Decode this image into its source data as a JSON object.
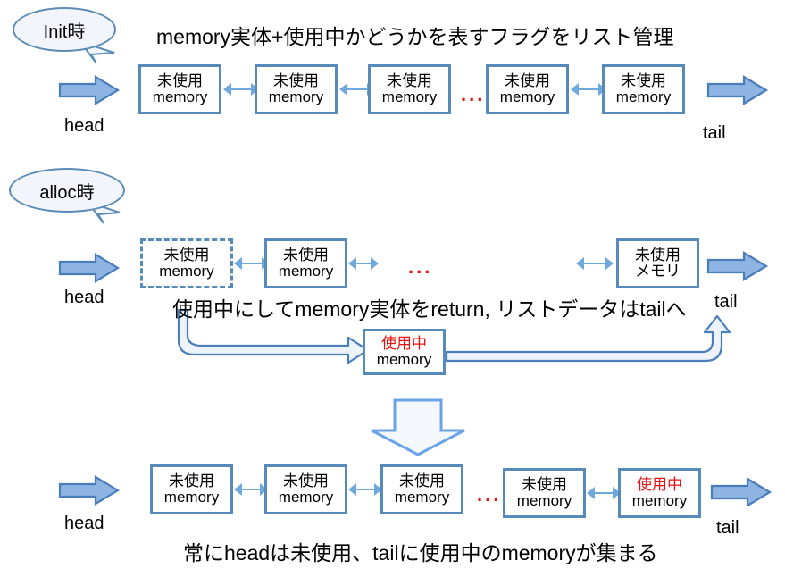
{
  "diagram": {
    "title_top": "memory実体+使用中かどうかを表すフラグをリスト管理",
    "colors": {
      "node_border": "#558ABB",
      "arrow_fill": "#8DB4E2",
      "arrow_stroke": "#4A7EBB",
      "connector": "#6FA8DC",
      "used_text": "#E8110F",
      "bubble_fill": "#F2F5FB",
      "bubble_border": "#5B8CB8",
      "flow_fill": "#EDF3FA",
      "ellipsis": "#E8110F"
    },
    "labels": {
      "head": "head",
      "tail": "tail",
      "ellipsis": "..."
    },
    "sections": [
      {
        "id": "init",
        "bubble": "Init時",
        "note": "memory実体+使用中かどうかを表すフラグをリスト管理",
        "nodes": [
          {
            "state": "未使用",
            "name": "memory",
            "used": false,
            "dashed": false
          },
          {
            "state": "未使用",
            "name": "memory",
            "used": false,
            "dashed": false
          },
          {
            "state": "未使用",
            "name": "memory",
            "used": false,
            "dashed": false
          },
          {
            "state": "未使用",
            "name": "memory",
            "used": false,
            "dashed": false
          },
          {
            "state": "未使用",
            "name": "memory",
            "used": false,
            "dashed": false
          }
        ]
      },
      {
        "id": "alloc",
        "bubble": "alloc時",
        "note": "使用中にしてmemory実体をreturn, リストデータはtailへ",
        "nodes": [
          {
            "state": "未使用",
            "name": "memory",
            "used": false,
            "dashed": true
          },
          {
            "state": "未使用",
            "name": "memory",
            "used": false,
            "dashed": false
          },
          {
            "state": "未使用",
            "name": "メモリ",
            "used": false,
            "dashed": false
          }
        ],
        "moved_node": {
          "state": "使用中",
          "name": "memory",
          "used": true,
          "dashed": false
        }
      },
      {
        "id": "result",
        "note": "常にheadは未使用、tailに使用中のmemoryが集まる",
        "nodes": [
          {
            "state": "未使用",
            "name": "memory",
            "used": false,
            "dashed": false
          },
          {
            "state": "未使用",
            "name": "memory",
            "used": false,
            "dashed": false
          },
          {
            "state": "未使用",
            "name": "memory",
            "used": false,
            "dashed": false
          },
          {
            "state": "未使用",
            "name": "memory",
            "used": false,
            "dashed": false
          },
          {
            "state": "使用中",
            "name": "memory",
            "used": true,
            "dashed": false
          }
        ]
      }
    ]
  }
}
